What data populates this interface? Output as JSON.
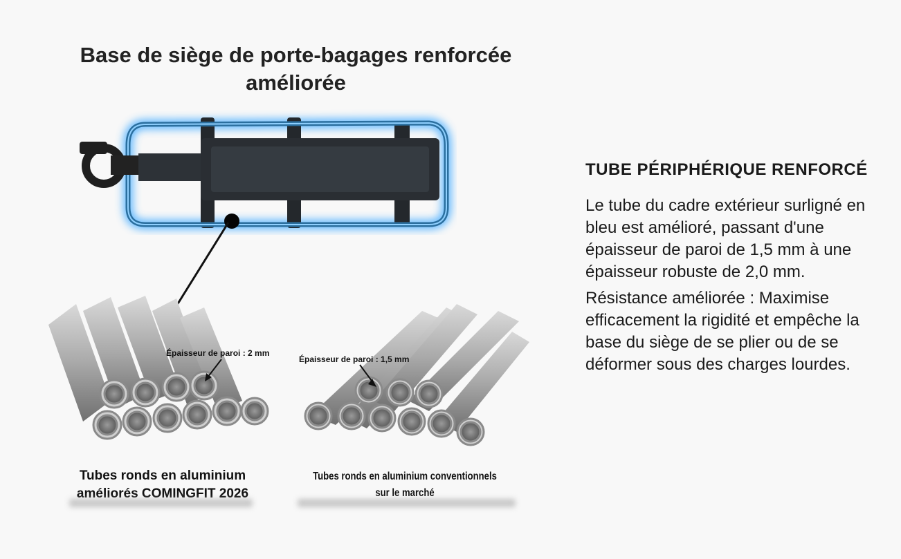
{
  "title": "Base de siège de porte-bagages renforcée améliorée",
  "rack": {
    "highlight_color": "#2f9bff",
    "frame_color": "#2b5f86",
    "body_color": "#2a2e33"
  },
  "tubes_left": {
    "callout": "Épaisseur de paroi : 2 mm",
    "caption": "Tubes ronds en aluminium améliorés COMINGFIT 2026"
  },
  "tubes_right": {
    "callout": "Épaisseur de paroi : 1,5 mm",
    "caption": "Tubes ronds en aluminium conventionnels sur le marché"
  },
  "side": {
    "heading": "TUBE PÉRIPHÉRIQUE RENFORCÉ",
    "para1": "Le tube du cadre extérieur surligné en bleu est amélioré, passant d'une épaisseur de paroi de 1,5 mm à une épaisseur robuste de 2,0 mm.",
    "para2": "Résistance améliorée : Maximise efficacement la rigidité et empêche la base du siège de se plier ou de se déformer sous des charges lourdes."
  }
}
